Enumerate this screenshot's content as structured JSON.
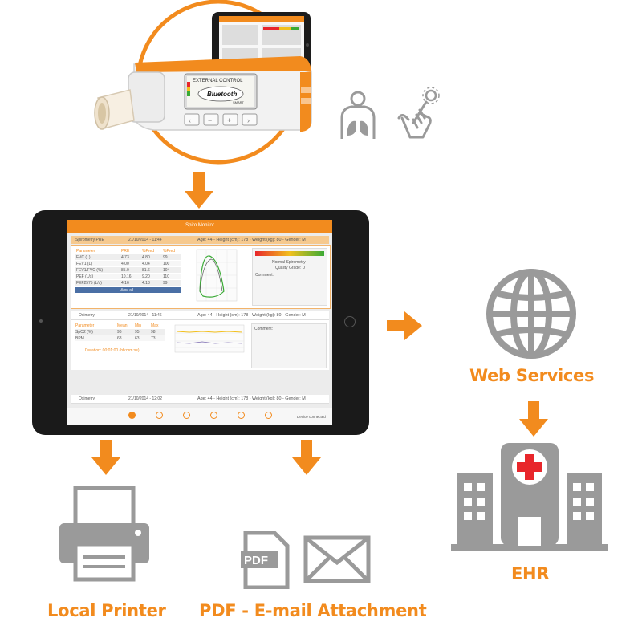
{
  "colors": {
    "accent": "#f28b1e",
    "icon_gray": "#9a9a9a",
    "cross_red": "#e8262b",
    "tablet_frame": "#1a1a1a"
  },
  "device": {
    "screen_text_1": "EXTERNAL CONTROL",
    "bluetooth": "Bluetooth",
    "bluetooth_sub": "SMART"
  },
  "tablet": {
    "app_title": "Spiro Monitor",
    "card1": {
      "title": "Spirometry PRE",
      "date": "21/10/2014 - 11:44",
      "patient": "Age: 44 - Height (cm): 178 - Weight (kg): 80 - Gender: M",
      "table_header": [
        "Parameter",
        "PRE",
        "%Pred",
        "%Pred"
      ],
      "rows": [
        [
          "FVC (L)",
          "4.73",
          "4.80",
          "99"
        ],
        [
          "FEV1 (L)",
          "4.00",
          "4.04",
          "100"
        ],
        [
          "FEV1/FVC (%)",
          "85.0",
          "81.6",
          "104"
        ],
        [
          "PEF (L/s)",
          "10.16",
          "9.20",
          "110"
        ],
        [
          "FEF2575 (L/s)",
          "4.16",
          "4.18",
          "99"
        ]
      ],
      "button": "View all",
      "interp_1": "Normal Spirometry",
      "interp_2": "Quality Grade: D",
      "comment": "Comment:"
    },
    "card2": {
      "title": "Oximetry",
      "date": "21/10/2014 - 11:46",
      "patient": "Age: 44 - Height (cm): 178 - Weight (kg): 80 - Gender: M",
      "table_header": [
        "Parameter",
        "Mean",
        "Min",
        "Max"
      ],
      "rows": [
        [
          "SpO2 (%)",
          "96",
          "95",
          "98"
        ],
        [
          "BPM",
          "68",
          "63",
          "73"
        ]
      ],
      "duration": "Duration: 00:01:00 (hh:mm:ss)",
      "comment": "Comment:"
    },
    "card3": {
      "title": "Oximetry",
      "date": "21/10/2014 - 12:02",
      "patient": "Age: 44 - Height (cm): 178 - Weight (kg): 80 - Gender: M"
    },
    "footer_right": "Device connected"
  },
  "labels": {
    "web_services": "Web Services",
    "ehr": "EHR",
    "local_printer": "Local Printer",
    "pdf_email": "PDF - E-mail Attachment",
    "pdf_icon_text": "PDF"
  }
}
